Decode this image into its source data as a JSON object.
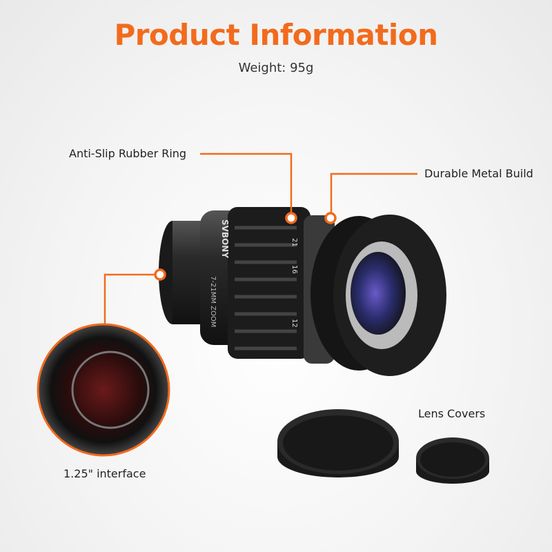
{
  "header": {
    "title": "Product Information",
    "subtitle": "Weight: 95g"
  },
  "callouts": {
    "rubber_ring": "Anti-Slip Rubber Ring",
    "metal_build": "Durable Metal Build",
    "interface": "1.25\" interface",
    "lens_covers": "Lens Covers"
  },
  "product": {
    "brand": "SVBONY",
    "model_marking": "7-21MM ZOOM",
    "zoom_marks": [
      "21",
      "16",
      "12"
    ]
  },
  "colors": {
    "accent": "#f26b1d"
  }
}
